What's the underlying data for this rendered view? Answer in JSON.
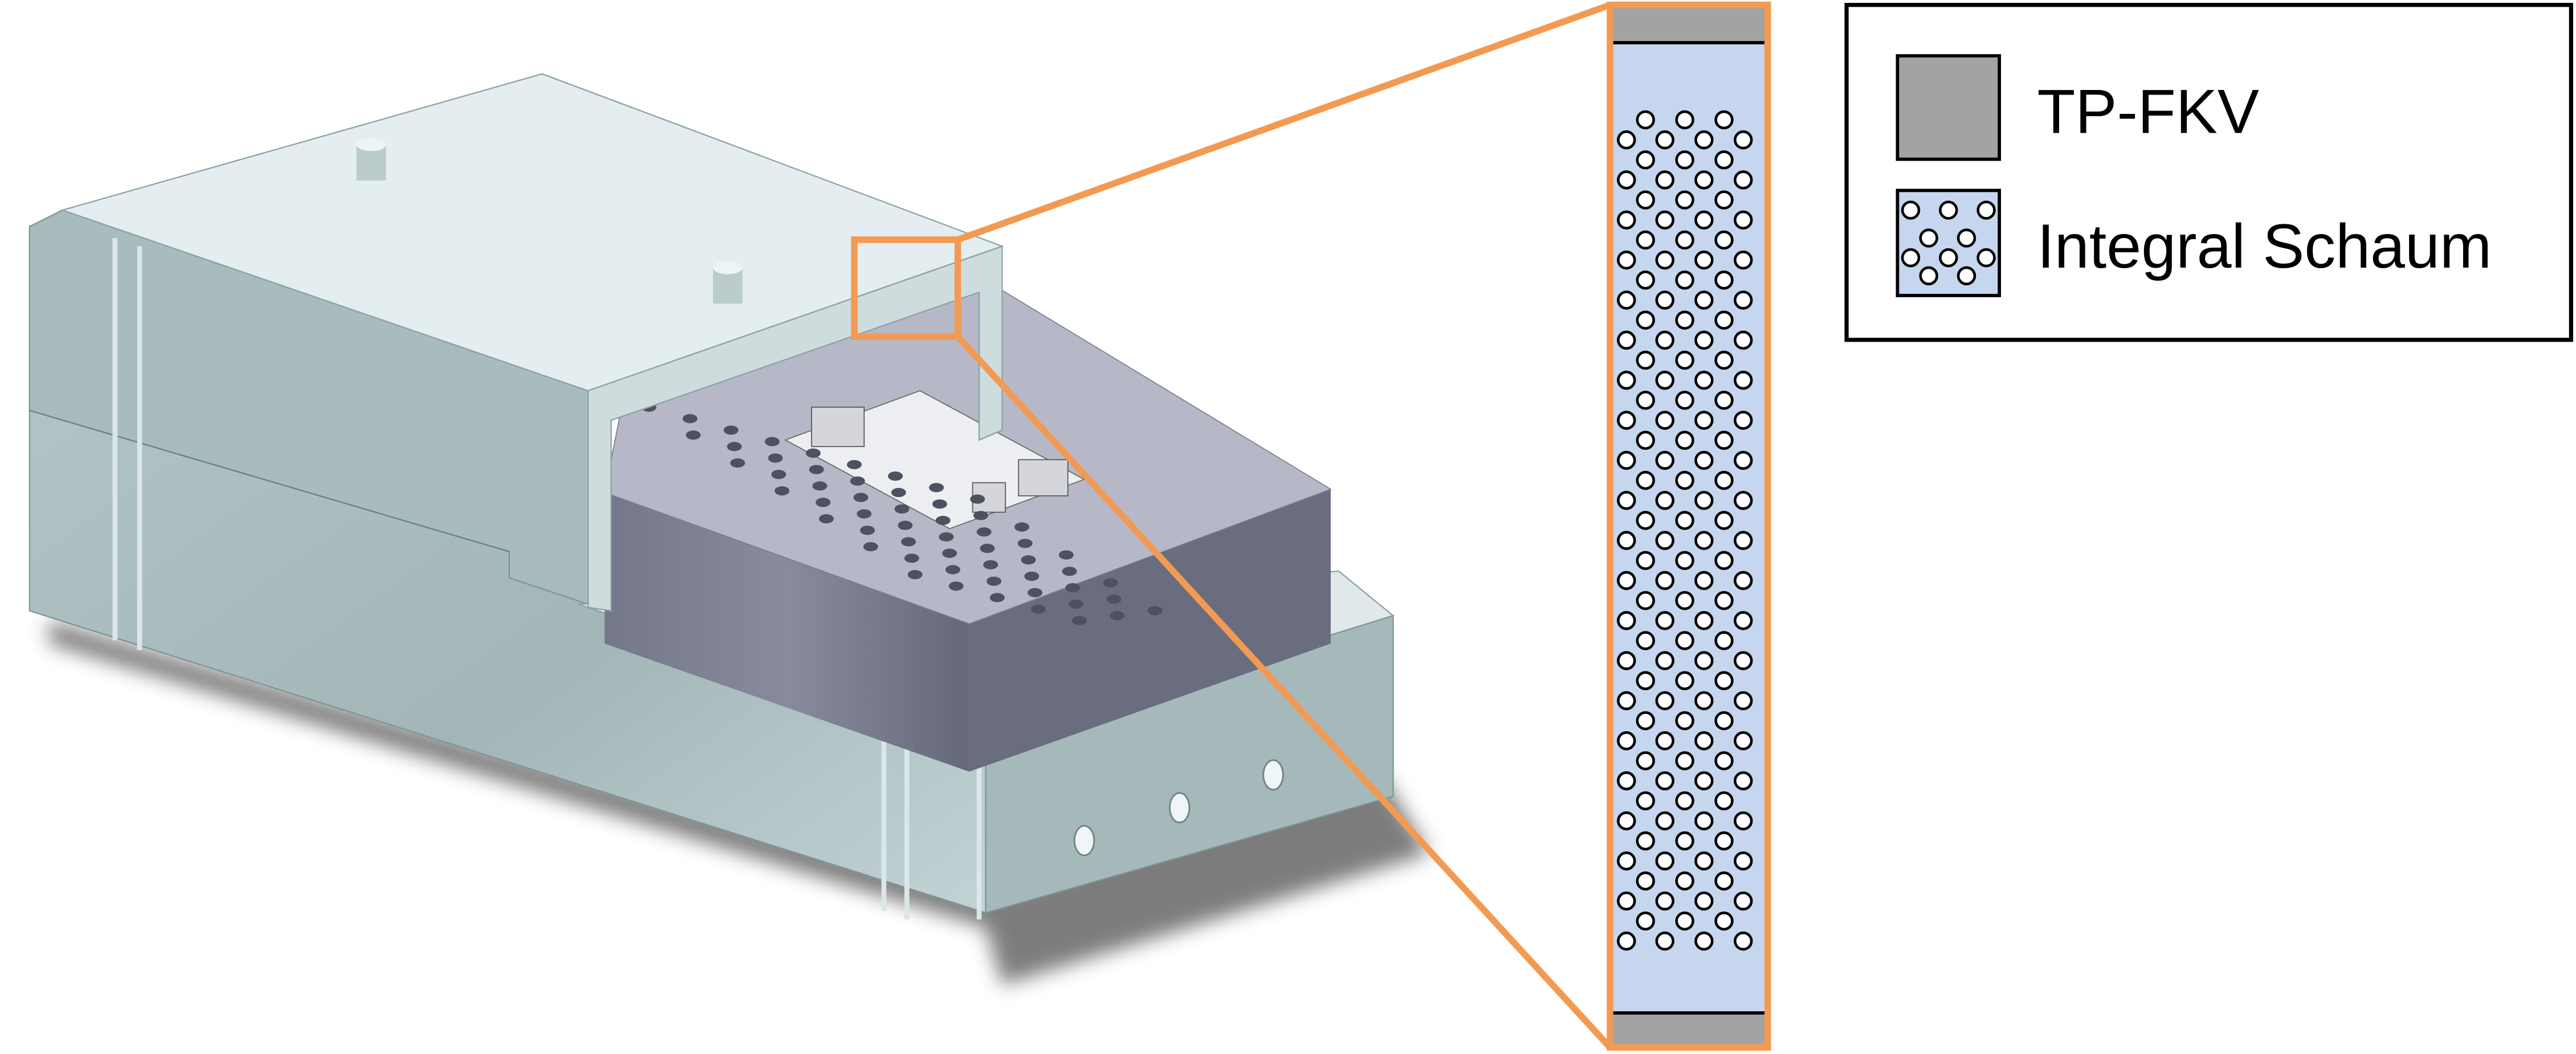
{
  "legend": {
    "items": [
      {
        "label": "TP-FKV",
        "swatch": "solid-gray"
      },
      {
        "label": "Integral Schaum",
        "swatch": "foam-circles"
      }
    ]
  },
  "colors": {
    "highlight": "#f39a52",
    "tp_fkv": "#a3a3a3",
    "foam": "#c6d6ee",
    "housing_light": "#e4eef0",
    "housing_side": "#a9bdbf",
    "module_top": "#b6b8c8",
    "module_side": "#6f7284",
    "shadow": "#6e6e6e"
  }
}
